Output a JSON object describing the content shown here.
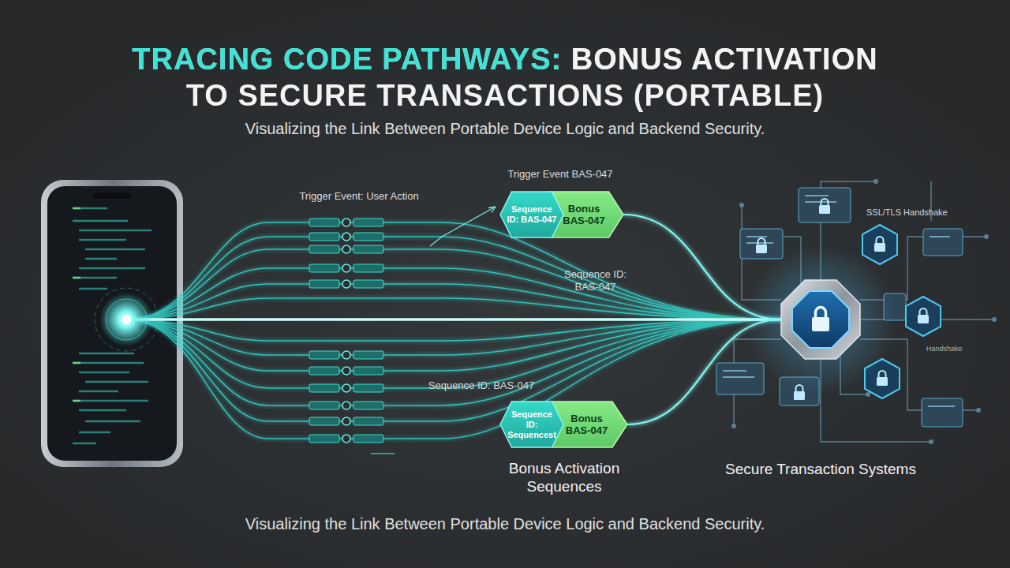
{
  "diagram": {
    "title": "TRACING CODE PATHWAYS: BONUS ACTIVATION TO SECURE TRANSACTIONS (PORTABLE)",
    "caption": "Visualizing the Link Between Portable Device Logic and Backend Security.",
    "nodes": [
      {
        "text": [
          "Sequence ID: BAS-047"
        ]
      },
      {
        "text": [
          "Bonus BAS-047"
        ]
      },
      {
        "text": [
          "Sequence ID: Sequencest"
        ]
      },
      {
        "text": [
          "Bonus BAS-047"
        ]
      },
      {
        "text": [
          "Secure Transaction Systems"
        ]
      }
    ],
    "edges": [
      {
        "from": 1,
        "to": 4,
        "arrow": "none"
      },
      {
        "from": 3,
        "to": 4,
        "arrow": "none"
      }
    ],
    "labels": [
      "Visualizing the Link Between Portable Device Logic and Backend Security.",
      "Trigger Event: User Action",
      "Trigger Event BAS-047",
      "Sequence ID: BAS-047",
      "Sequence ID: BAS-047",
      "Bonus Activation Sequences",
      "SSL/TLS Handshake",
      "Handshake"
    ]
  }
}
